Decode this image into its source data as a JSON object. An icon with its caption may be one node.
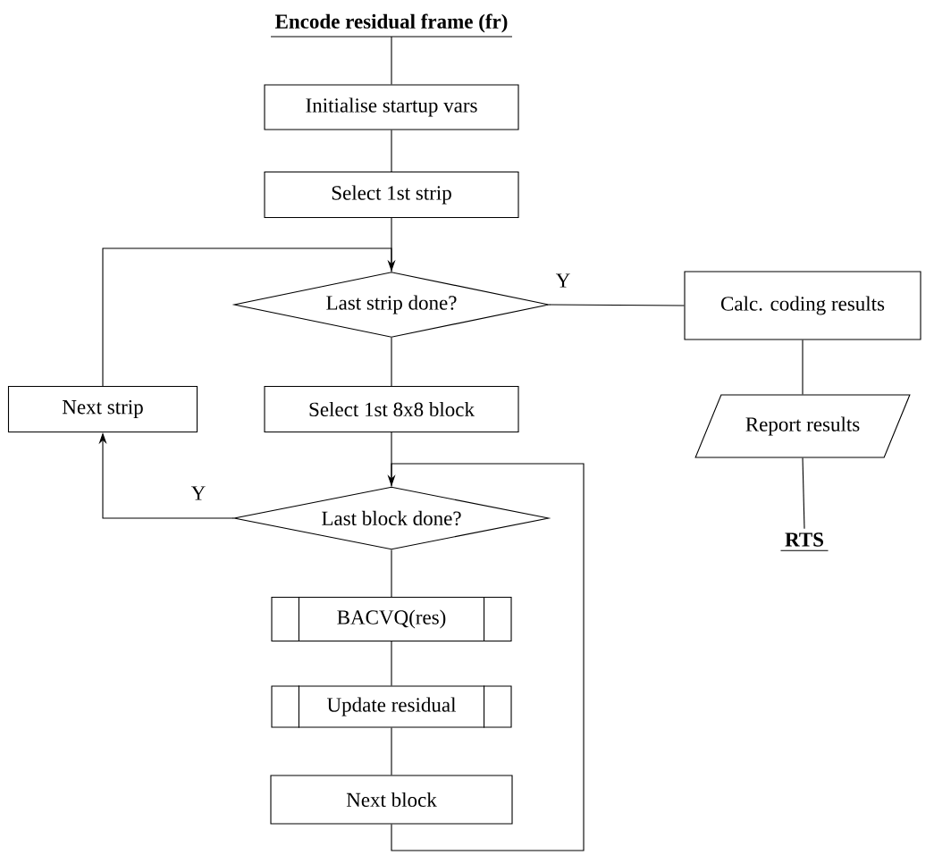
{
  "diagram": {
    "nodes": [
      {
        "text": [
          "Encode residual frame (fr)"
        ]
      },
      {
        "text": [
          "Initialise startup vars"
        ]
      },
      {
        "text": [
          "Select 1st strip"
        ]
      },
      {
        "text": [
          "Last strip done?"
        ]
      },
      {
        "text": [
          "Calc. coding results"
        ]
      },
      {
        "text": [
          "Report results"
        ]
      },
      {
        "text": [
          "RTS"
        ]
      },
      {
        "text": [
          "Next strip"
        ]
      },
      {
        "text": [
          "Select 1st 8x8 block"
        ]
      },
      {
        "text": [
          "Last block done?"
        ]
      },
      {
        "text": [
          "BACVQ(res)"
        ]
      },
      {
        "text": [
          "Update residual"
        ]
      },
      {
        "text": [
          "Next block"
        ]
      }
    ],
    "edges": [
      {
        "from": 0,
        "to": 1,
        "arrow": "none"
      },
      {
        "from": 1,
        "to": 2,
        "arrow": "none"
      },
      {
        "from": 2,
        "to": 3,
        "arrow": "none"
      },
      {
        "from": 7,
        "to": 3,
        "arrow": "to"
      },
      {
        "from": 3,
        "to": 4,
        "arrow": "none",
        "label": "Y"
      },
      {
        "from": 3,
        "to": 8,
        "arrow": "none"
      },
      {
        "from": 4,
        "to": 5,
        "arrow": "none"
      },
      {
        "from": 5,
        "to": 6,
        "arrow": "none"
      },
      {
        "from": 8,
        "to": 9,
        "arrow": "none"
      },
      {
        "from": 9,
        "to": 7,
        "arrow": "to",
        "label": "Y"
      },
      {
        "from": 9,
        "to": 10,
        "arrow": "none"
      },
      {
        "from": 10,
        "to": 11,
        "arrow": "none"
      },
      {
        "from": 11,
        "to": 12,
        "arrow": "none"
      },
      {
        "from": 12,
        "to": 9,
        "arrow": "to"
      }
    ]
  }
}
